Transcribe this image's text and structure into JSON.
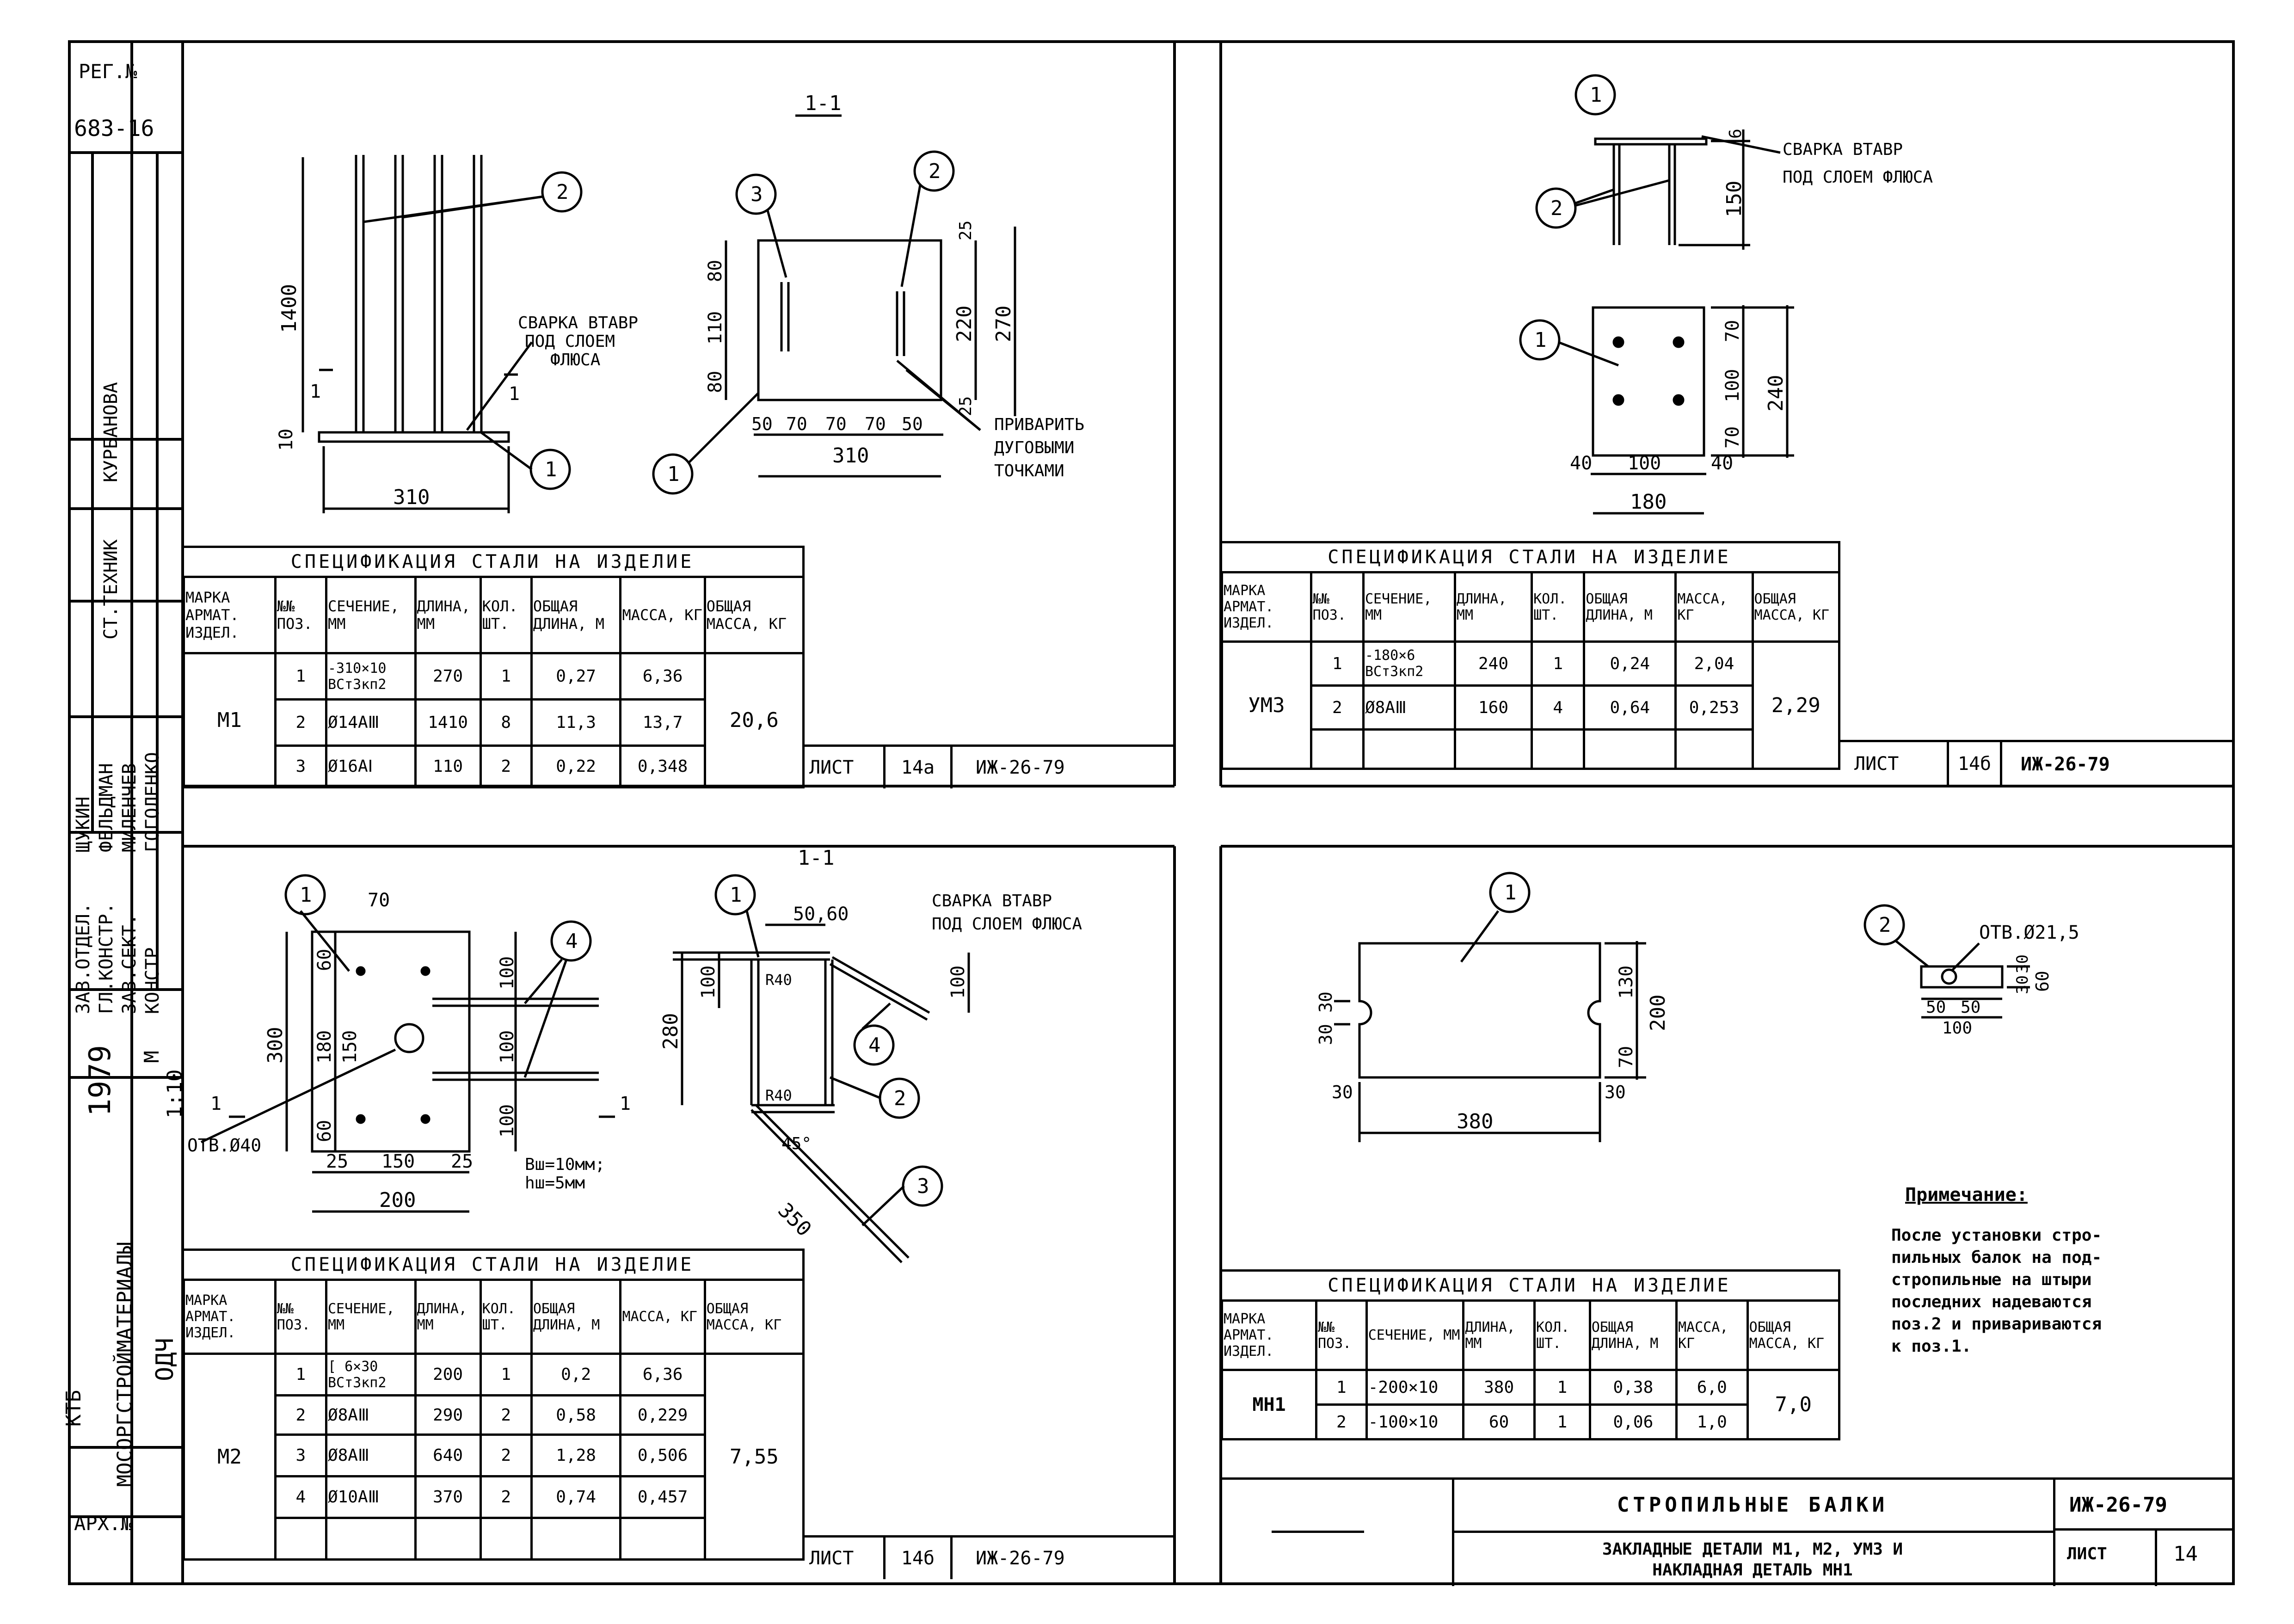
{
  "side_stamp": {
    "reg_no_label": "РЕГ.№",
    "reg_no": "683-16",
    "roles": [
      "ЗАВ.ОТДЕЛ.",
      "ГЛ.КОНСТР.",
      "ЗАВ.СЕКТ.",
      "КОНСТР."
    ],
    "roles2": [
      "СТ.ТЕХНИК",
      "КУРБАНОВА"
    ],
    "names": [
      "ЩУКИН",
      "ФЕЛЬДМАН",
      "МИЛЕНЧЕВ",
      "ГОГОЛЕНКО"
    ],
    "year": "1979",
    "scale_label": "М",
    "scale": "1:10",
    "org": "МОСОРГСТРОЙМАТЕРИАЛЫ",
    "org2": "КТБ",
    "code": "ОДЧ",
    "arch_label": "АРХ.№"
  },
  "sheet_a": {
    "section_title": "1-1",
    "callouts": [
      "1",
      "2",
      "3"
    ],
    "dims": {
      "h1400": "1400",
      "w310": "310",
      "d10": "10",
      "d80a": "80",
      "d110": "110",
      "d80b": "80",
      "d220": "220",
      "d270": "270",
      "d25a": "25",
      "d25b": "25",
      "bottom": [
        "50",
        "70",
        "70",
        "70",
        "50"
      ],
      "w310b": "310"
    },
    "notes": {
      "weld": "СВАРКА ВТАВР ПОД СЛОЕМ ФЛЮСА",
      "weld_lines": [
        "СВАРКА ВТАВР",
        "ПОД СЛОЕМ",
        "ФЛЮСА"
      ],
      "arc": [
        "ПРИВАРИТЬ",
        "ДУГОВЫМИ",
        "ТОЧКАМИ"
      ]
    },
    "cut_mark": "1",
    "spec": {
      "title": "СПЕЦИФИКАЦИЯ СТАЛИ НА ИЗДЕЛИЕ",
      "headers": [
        "МАРКА АРМАТ. ИЗДЕЛ.",
        "№№ ПОЗ.",
        "СЕЧЕНИЕ, ММ",
        "ДЛИНА, ММ",
        "КОЛ. ШТ.",
        "ОБЩАЯ ДЛИНА, М",
        "МАССА, КГ",
        "ОБЩАЯ МАССА, КГ"
      ],
      "mark": "М1",
      "total": "20,6",
      "rows": [
        [
          "1",
          "-310×10 ВСт3кп2",
          "270",
          "1",
          "0,27",
          "6,36"
        ],
        [
          "2",
          "Ø14АⅢ",
          "1410",
          "8",
          "11,3",
          "13,7"
        ],
        [
          "3",
          "Ø16АⅠ",
          "110",
          "2",
          "0,22",
          "0,348"
        ]
      ]
    },
    "sheet_label": "ЛИСТ",
    "sheet_no": "14а",
    "doc": "ИЖ-26-79"
  },
  "sheet_b": {
    "callouts": [
      "1",
      "2",
      "1"
    ],
    "dims": {
      "d6": "6",
      "d150": "150",
      "d70a": "70",
      "d100": "100",
      "d70b": "70",
      "d240": "240",
      "b40a": "40",
      "b100": "100",
      "b40b": "40",
      "b180": "180"
    },
    "weld_lines": [
      "СВАРКА ВТАВР",
      "ПОД СЛОЕМ ФЛЮСА"
    ],
    "spec": {
      "title": "СПЕЦИФИКАЦИЯ СТАЛИ НА ИЗДЕЛИЕ",
      "headers": [
        "МАРКА АРМАТ. ИЗДЕЛ.",
        "№№ ПОЗ.",
        "СЕЧЕНИЕ, ММ",
        "ДЛИНА, ММ",
        "КОЛ. ШТ.",
        "ОБЩАЯ ДЛИНА, М",
        "МАССА, КГ",
        "ОБЩАЯ МАССА, КГ"
      ],
      "mark": "УМ3",
      "total": "2,29",
      "rows": [
        [
          "1",
          "-180×6 ВСт3кп2",
          "240",
          "1",
          "0,24",
          "2,04"
        ],
        [
          "2",
          "Ø8АⅢ",
          "160",
          "4",
          "0,64",
          "0,253"
        ]
      ]
    },
    "sheet_label": "ЛИСТ",
    "sheet_no": "14б",
    "doc": "ИЖ-26-79"
  },
  "sheet_c": {
    "section_title": "1-1",
    "callouts": [
      "1",
      "4",
      "1",
      "4",
      "2",
      "3"
    ],
    "dims": {
      "w70": "70",
      "h60a": "60",
      "h180": "180",
      "h60b": "60",
      "h300": "300",
      "h150": "150",
      "r100a": "100",
      "r100b": "100",
      "r100c": "100",
      "b25a": "25",
      "b150": "150",
      "b25b": "25",
      "b200": "200",
      "top5060": "50,60",
      "s100a": "100",
      "s100b": "100",
      "s280": "280",
      "s350": "350",
      "r40a": "R40",
      "r40b": "R40",
      "ang": "45°"
    },
    "hole": "ОТВ.Ø40",
    "bh": [
      "Вш=10мм;",
      "hш=5мм"
    ],
    "weld_lines": [
      "СВАРКА ВТАВР",
      "ПОД СЛОЕМ ФЛЮСА"
    ],
    "cut_mark": "1",
    "spec": {
      "title": "СПЕЦИФИКАЦИЯ СТАЛИ НА ИЗДЕЛИЕ",
      "headers": [
        "МАРКА АРМАТ. ИЗДЕЛ.",
        "№№ ПОЗ.",
        "СЕЧЕНИЕ, ММ",
        "ДЛИНА, ММ",
        "КОЛ. ШТ.",
        "ОБЩАЯ ДЛИНА, М",
        "МАССА, КГ",
        "ОБЩАЯ МАССА, КГ"
      ],
      "mark": "М2",
      "total": "7,55",
      "rows": [
        [
          "1",
          "[ 6×30 ВСт3кп2",
          "200",
          "1",
          "0,2",
          "6,36"
        ],
        [
          "2",
          "Ø8АⅢ",
          "290",
          "2",
          "0,58",
          "0,229"
        ],
        [
          "3",
          "Ø8АⅢ",
          "640",
          "2",
          "1,28",
          "0,506"
        ],
        [
          "4",
          "Ø10АⅢ",
          "370",
          "2",
          "0,74",
          "0,457"
        ]
      ]
    },
    "sheet_label": "ЛИСТ",
    "sheet_no": "14б",
    "doc": "ИЖ-26-79"
  },
  "sheet_d": {
    "callouts": [
      "1",
      "2"
    ],
    "dims": {
      "l30a": "30",
      "l30b": "30",
      "l130": "130",
      "l200": "200",
      "l70": "70",
      "b30a": "30",
      "b30b": "30",
      "b380": "380",
      "hole": "ОТВ.Ø21,5",
      "s60": "60",
      "s30a": "30",
      "s30b": "30",
      "s50a": "50",
      "s50b": "50",
      "s100": "100"
    },
    "note_title": "Примечание:",
    "note_lines": [
      "После установки стро-",
      "пильных балок на под-",
      "стропильные на штыри",
      "последних надеваются",
      "поз.2 и привариваются",
      "к поз.1."
    ],
    "spec": {
      "title": "СПЕЦИФИКАЦИЯ СТАЛИ НА ИЗДЕЛИЕ",
      "headers": [
        "МАРКА АРМАТ. ИЗДЕЛ.",
        "№№ ПОЗ.",
        "СЕЧЕНИЕ, ММ",
        "ДЛИНА, ММ",
        "КОЛ. ШТ.",
        "ОБЩАЯ ДЛИНА, М",
        "МАССА, КГ",
        "ОБЩАЯ МАССА, КГ"
      ],
      "mark": "МН1",
      "total": "7,0",
      "rows": [
        [
          "1",
          "-200×10",
          "380",
          "1",
          "0,38",
          "6,0"
        ],
        [
          "2",
          "-100×10",
          "60",
          "1",
          "0,06",
          "1,0"
        ]
      ]
    },
    "title_block": {
      "name": "СТРОПИЛЬНЫЕ БАЛКИ",
      "doc": "ИЖ-26-79",
      "desc1": "ЗАКЛАДНЫЕ ДЕТАЛИ М1, М2, УМ3 И",
      "desc2": "НАКЛАДНАЯ ДЕТАЛЬ МН1",
      "sheet_label": "ЛИСТ",
      "sheet_no": "14"
    }
  }
}
